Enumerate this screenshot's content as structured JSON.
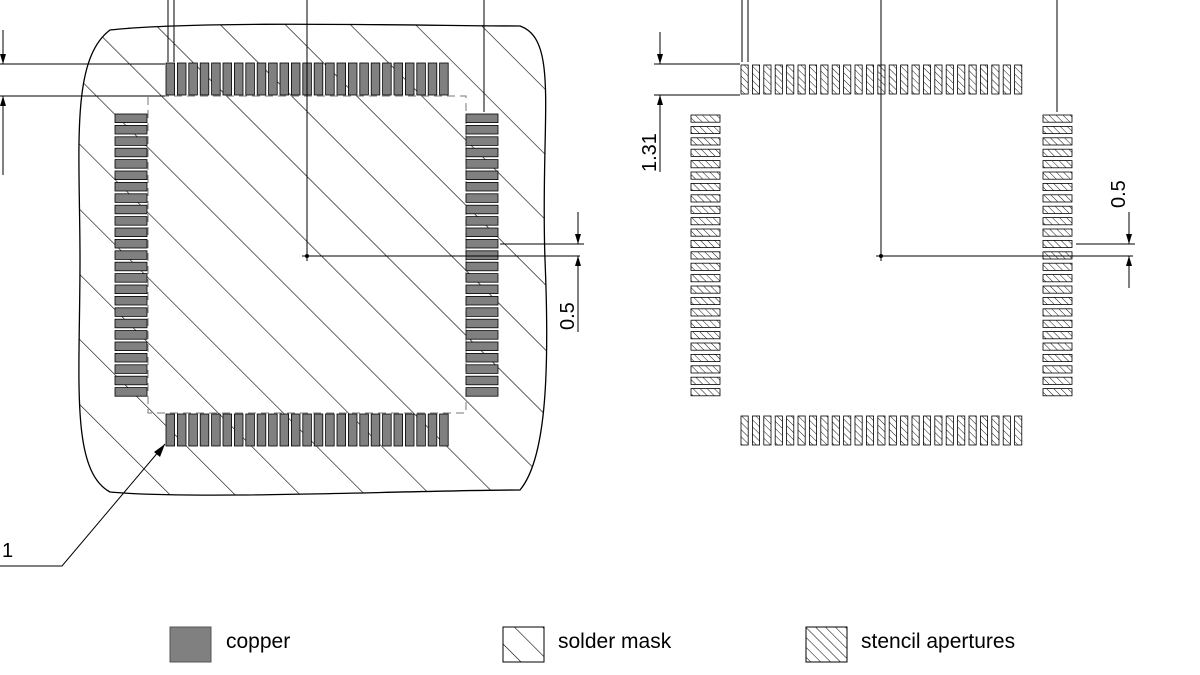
{
  "dimensions": {
    "pitch_left": "0.5",
    "pitch_right": "0.5",
    "pad_length": "1.31"
  },
  "pin1_label": "1",
  "legend": {
    "copper": "copper",
    "solder_mask": "solder mask",
    "stencil": "stencil apertures"
  },
  "colors": {
    "copper": "#808080",
    "line": "#000000",
    "background": "#ffffff"
  },
  "package": {
    "pins_per_side": 25
  }
}
